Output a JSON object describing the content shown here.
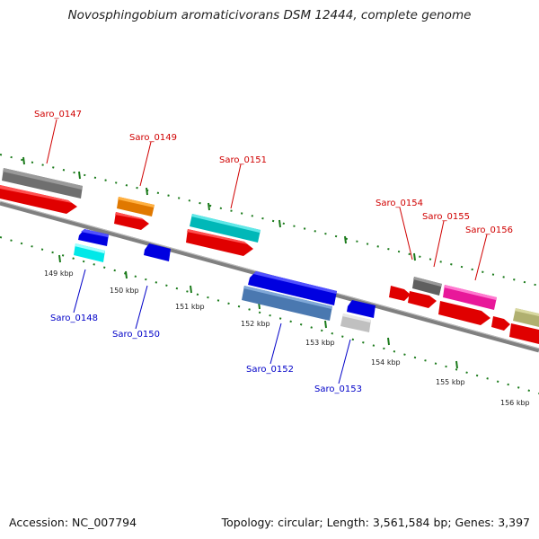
{
  "title": "Novosphingobium aromaticivorans DSM 12444, complete genome",
  "footer": {
    "accession": "Accession: NC_007794",
    "summary": "Topology: circular; Length: 3,561,584 bp; Genes: 3,397"
  },
  "colors": {
    "backbone": "#808080",
    "tick": "#1a7a1a",
    "label_top": "#d00000",
    "label_bottom": "#0000c8"
  },
  "gene_labels_top": [
    "Saro_0147",
    "Saro_0149",
    "Saro_0151",
    "Saro_0154",
    "Saro_0155",
    "Saro_0156"
  ],
  "gene_labels_bottom": [
    "Saro_0148",
    "Saro_0150",
    "Saro_0152",
    "Saro_0153"
  ],
  "kbp_labels": [
    "149 kbp",
    "150 kbp",
    "151 kbp",
    "152 kbp",
    "153 kbp",
    "154 kbp",
    "155 kbp",
    "156 kbp"
  ]
}
